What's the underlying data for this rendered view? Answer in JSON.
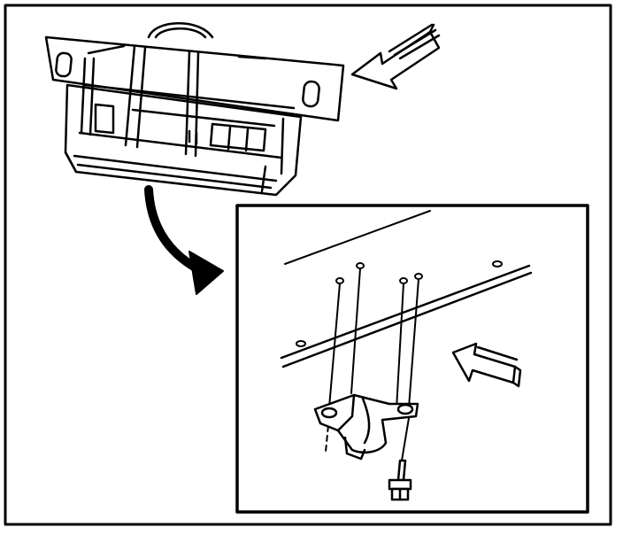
{
  "figure": {
    "ink_color": "#000000",
    "paper_color": "#ffffff",
    "parts": [
      "instrument-panel-assembly",
      "callout-arrow",
      "detail-inset",
      "mounting-bracket",
      "bolt"
    ]
  }
}
